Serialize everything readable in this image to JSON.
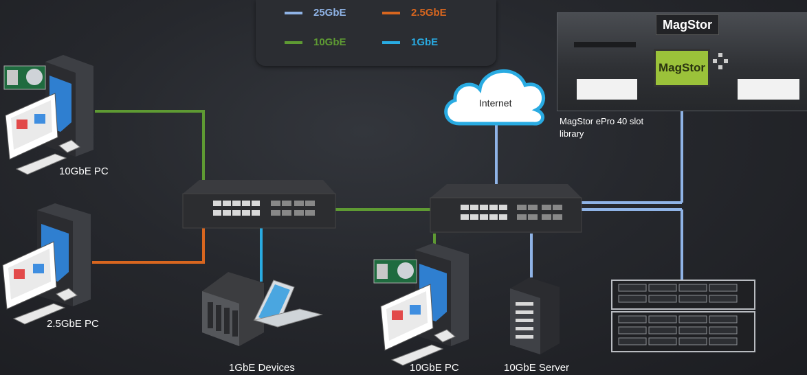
{
  "legend": {
    "items": [
      {
        "label": "25GbE",
        "color": "#8fb3e6"
      },
      {
        "label": "2.5GbE",
        "color": "#d8661f"
      },
      {
        "label": "10GbE",
        "color": "#5e9a33"
      },
      {
        "label": "1GbE",
        "color": "#29abe2"
      }
    ]
  },
  "cloud": {
    "label": "Internet"
  },
  "library": {
    "brand": "MagStor",
    "screen_text": "MagStor",
    "caption": "MagStor ePro 40 slot library"
  },
  "devices": {
    "pc_10gbe_top": "10GbE PC",
    "pc_2_5gbe": "2.5GbE PC",
    "devices_1gbe": "1GbE Devices",
    "pc_10gbe_bottom": "10GbE PC",
    "server_10gbe": "10GbE Server"
  },
  "colors": {
    "background": "#26282d",
    "switch_body": "#2c2d30",
    "cloud_stroke": "#29abe2"
  },
  "icons": [
    "pc-tower-icon",
    "monitor-icon",
    "keyboard-icon",
    "mouse-icon",
    "nic-card-icon",
    "nas-icon",
    "laptop-icon",
    "server-rack-icon",
    "storage-array-icon",
    "cloud-icon",
    "switch-icon",
    "tape-library-icon"
  ]
}
